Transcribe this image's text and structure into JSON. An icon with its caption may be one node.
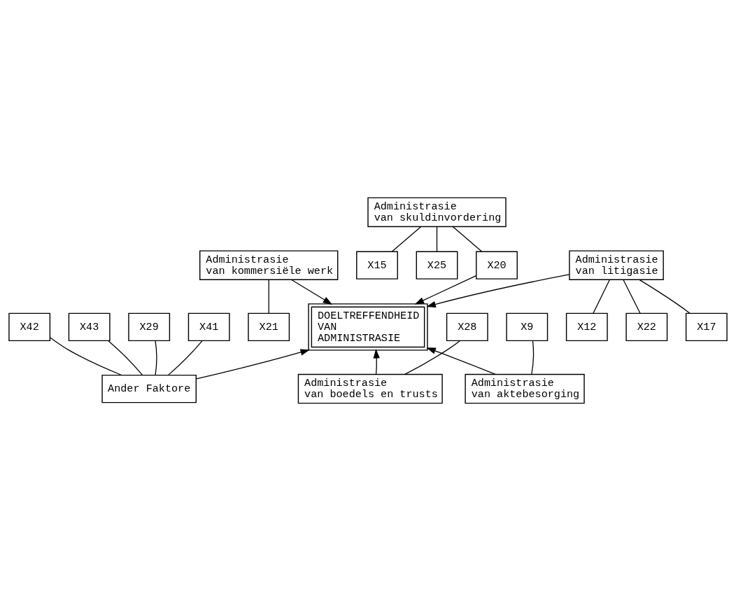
{
  "diagram": {
    "nodes": [
      {
        "text": [
          "DOELTREFFENDHEID VAN ADMINISTRASIE"
        ]
      },
      {
        "text": [
          "Administrasie van skuldinvordering"
        ]
      },
      {
        "text": [
          "X15"
        ]
      },
      {
        "text": [
          "X20"
        ]
      },
      {
        "text": [
          "X25"
        ]
      },
      {
        "text": [
          "Administrasie van kommersiële werk"
        ]
      },
      {
        "text": [
          "X21"
        ]
      },
      {
        "text": [
          "Administrasie van litigasie"
        ]
      },
      {
        "text": [
          "X12"
        ]
      },
      {
        "text": [
          "X22"
        ]
      },
      {
        "text": [
          "X17"
        ]
      },
      {
        "text": [
          "Administrasie van boedels en trusts"
        ]
      },
      {
        "text": [
          "X28"
        ]
      },
      {
        "text": [
          "Ander Faktore"
        ]
      },
      {
        "text": [
          "X41"
        ]
      },
      {
        "text": [
          "X42"
        ]
      },
      {
        "text": [
          "X43"
        ]
      },
      {
        "text": [
          "X29"
        ]
      },
      {
        "text": [
          "Administrasie van aktebesorging"
        ]
      },
      {
        "text": [
          "X9"
        ]
      }
    ],
    "edges": [
      {
        "from": 1,
        "to": 2,
        "arrow": "none"
      },
      {
        "from": 1,
        "to": 3,
        "arrow": "none"
      },
      {
        "from": 1,
        "to": 4,
        "arrow": "none"
      },
      {
        "from": 3,
        "to": 0,
        "arrow": "to"
      },
      {
        "from": 5,
        "to": 0,
        "arrow": "to"
      },
      {
        "from": 5,
        "to": 6,
        "arrow": "none"
      },
      {
        "from": 7,
        "to": 0,
        "arrow": "to"
      },
      {
        "from": 7,
        "to": 8,
        "arrow": "none"
      },
      {
        "from": 7,
        "to": 9,
        "arrow": "none"
      },
      {
        "from": 7,
        "to": 10,
        "arrow": "none"
      },
      {
        "from": 11,
        "to": 0,
        "arrow": "to"
      },
      {
        "from": 11,
        "to": 12,
        "arrow": "none"
      },
      {
        "from": 13,
        "to": 0,
        "arrow": "to"
      },
      {
        "from": 13,
        "to": 14,
        "arrow": "none"
      },
      {
        "from": 13,
        "to": 15,
        "arrow": "none"
      },
      {
        "from": 13,
        "to": 16,
        "arrow": "none"
      },
      {
        "from": 13,
        "to": 17,
        "arrow": "none"
      },
      {
        "from": 18,
        "to": 0,
        "arrow": "to"
      },
      {
        "from": 18,
        "to": 19,
        "arrow": "none"
      }
    ]
  }
}
